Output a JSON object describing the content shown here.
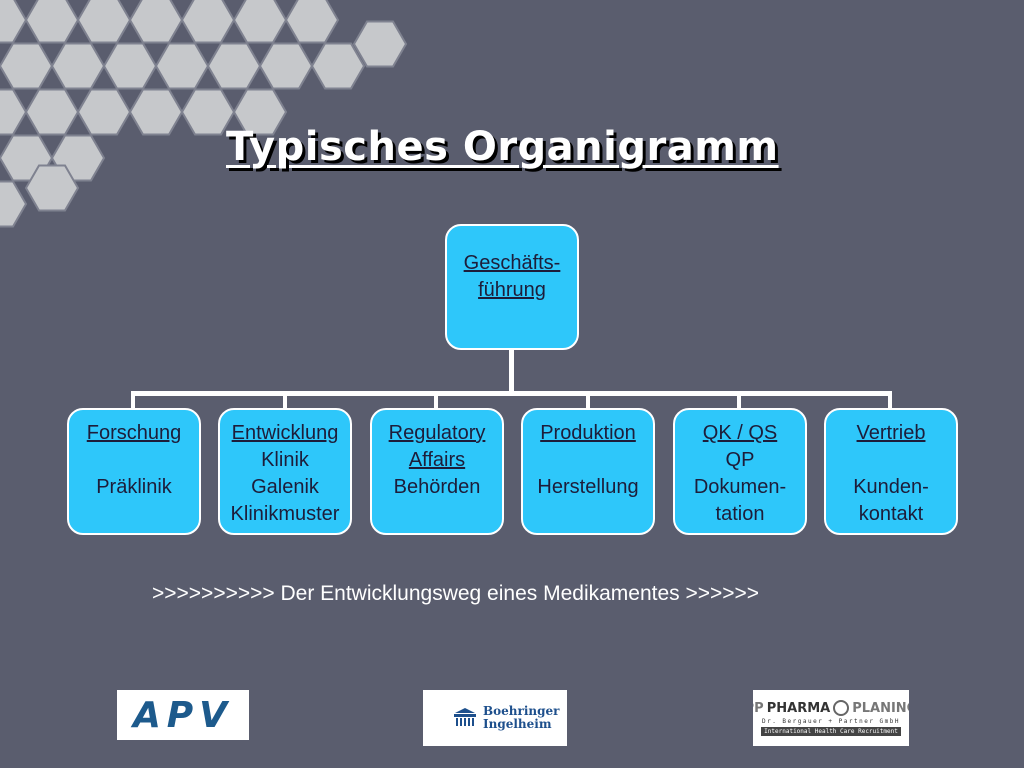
{
  "title": "Typisches Organigramm",
  "root": {
    "line1": "Geschäfts-",
    "line2": "führung"
  },
  "departments": [
    {
      "name": "Forschung",
      "lines": [
        "",
        "Präklinik"
      ]
    },
    {
      "name": "Entwicklung",
      "lines": [
        "Klinik",
        "Galenik",
        "Klinikmuster"
      ]
    },
    {
      "name": "Regulatory",
      "name2": "Affairs",
      "lines": [
        "Behörden"
      ]
    },
    {
      "name": "Produktion",
      "lines": [
        "",
        "Herstellung"
      ]
    },
    {
      "name": "QK / QS",
      "lines": [
        "QP",
        "Dokumen-",
        "tation"
      ]
    },
    {
      "name": "Vertrieb",
      "lines": [
        "",
        "Kunden-",
        "kontakt"
      ]
    }
  ],
  "footer_text": ">>>>>>>>>> Der Entwicklungsweg eines Medikamentes >>>>>>",
  "logos": {
    "apv": "APV",
    "boehringer_line1": "Boehringer",
    "boehringer_line2": "Ingelheim",
    "pharma_left": "PP",
    "pharma_mid": "PHARMA",
    "pharma_right": "PLANING",
    "pharma_sub1": "Dr. Bergauer + Partner GmbH",
    "pharma_sub2": "International Health Care Recruitment"
  },
  "colors": {
    "background": "#5a5d6e",
    "box": "#2ec7fa",
    "hexagon": "#c6c8cb"
  }
}
